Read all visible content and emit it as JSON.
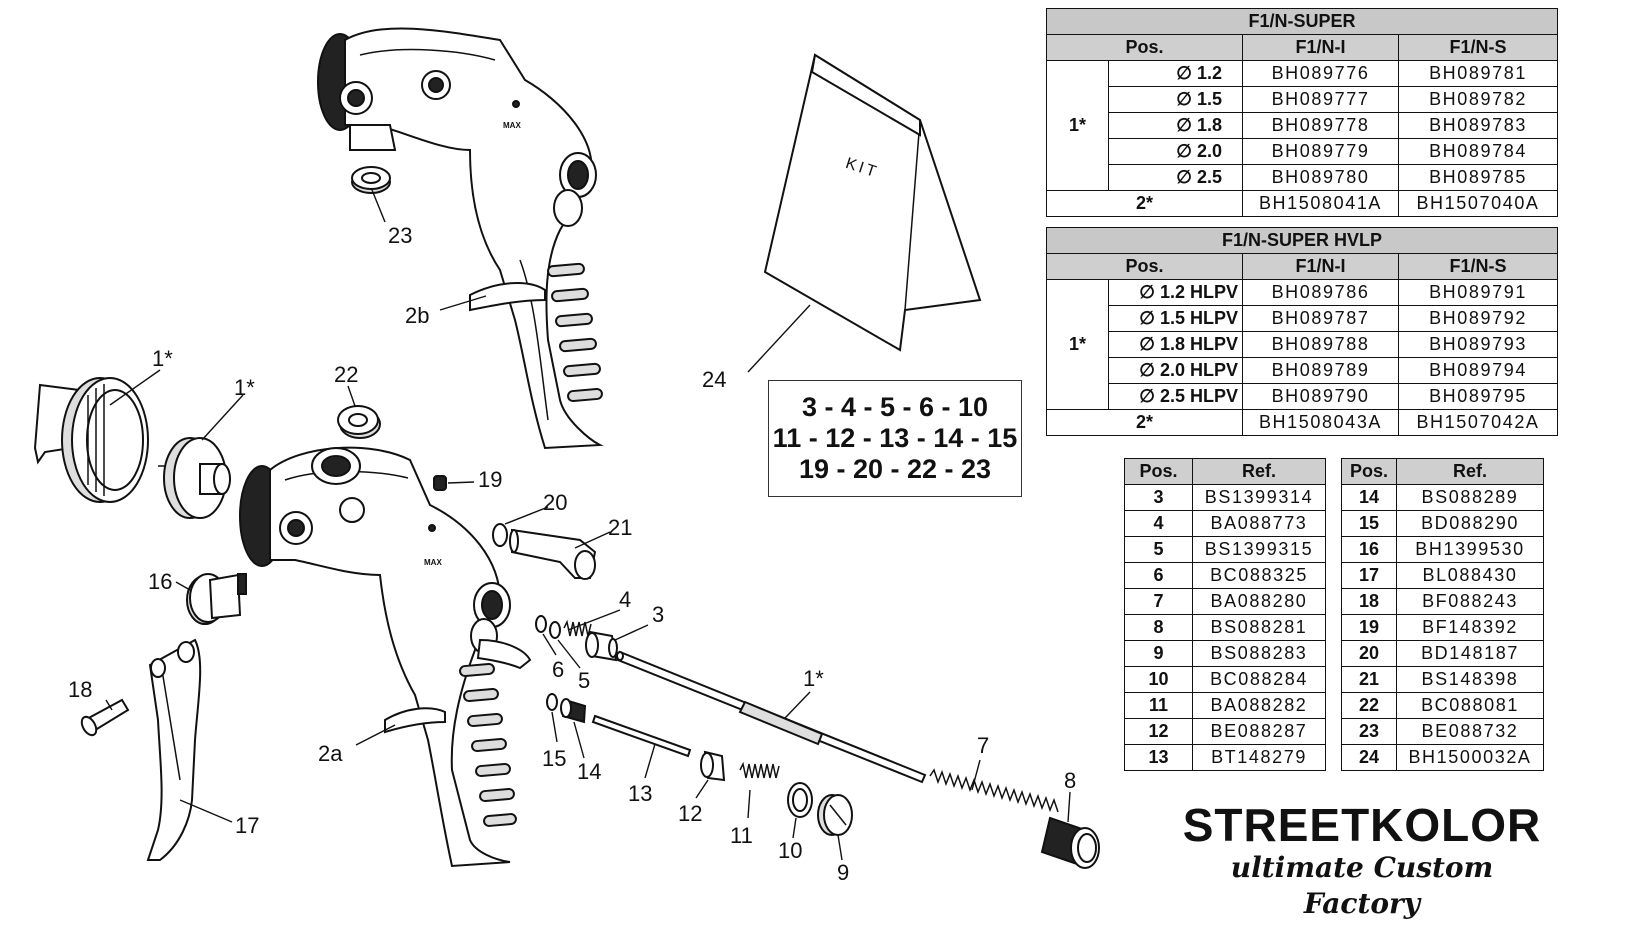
{
  "labels": {
    "p1a": "1*",
    "p1b": "1*",
    "p1c": "1*",
    "p2a": "2a",
    "p2b": "2b",
    "p3": "3",
    "p4": "4",
    "p5": "5",
    "p6": "6",
    "p7": "7",
    "p8": "8",
    "p9": "9",
    "p10": "10",
    "p11": "11",
    "p12": "12",
    "p13": "13",
    "p14": "14",
    "p15": "15",
    "p16": "16",
    "p17": "17",
    "p18": "18",
    "p19": "19",
    "p20": "20",
    "p21": "21",
    "p22": "22",
    "p23": "23",
    "p24": "24",
    "kit": "KIT",
    "max": "MAX"
  },
  "kit_box": {
    "line1": "3 - 4 - 5 - 6 - 10",
    "line2": "11 - 12 - 13 - 14 - 15",
    "line3": "19 - 20 - 22 - 23"
  },
  "super": {
    "title": "F1/N-SUPER",
    "col_pos": "Pos.",
    "col_i": "F1/N-I",
    "col_s": "F1/N-S",
    "group_pos": "1*",
    "rows": [
      {
        "size": "∅ 1.2",
        "i": "BH089776",
        "s": "BH089781"
      },
      {
        "size": "∅ 1.5",
        "i": "BH089777",
        "s": "BH089782"
      },
      {
        "size": "∅ 1.8",
        "i": "BH089778",
        "s": "BH089783"
      },
      {
        "size": "∅ 2.0",
        "i": "BH089779",
        "s": "BH089784"
      },
      {
        "size": "∅ 2.5",
        "i": "BH089780",
        "s": "BH089785"
      }
    ],
    "last": {
      "pos": "2*",
      "i": "BH1508041A",
      "s": "BH1507040A"
    }
  },
  "hvlp": {
    "title": "F1/N-SUPER HVLP",
    "col_pos": "Pos.",
    "col_i": "F1/N-I",
    "col_s": "F1/N-S",
    "group_pos": "1*",
    "rows": [
      {
        "size": "∅ 1.2 HLPV",
        "i": "BH089786",
        "s": "BH089791"
      },
      {
        "size": "∅ 1.5 HLPV",
        "i": "BH089787",
        "s": "BH089792"
      },
      {
        "size": "∅ 1.8 HLPV",
        "i": "BH089788",
        "s": "BH089793"
      },
      {
        "size": "∅ 2.0 HLPV",
        "i": "BH089789",
        "s": "BH089794"
      },
      {
        "size": "∅ 2.5 HLPV",
        "i": "BH089790",
        "s": "BH089795"
      }
    ],
    "last": {
      "pos": "2*",
      "i": "BH1508043A",
      "s": "BH1507042A"
    }
  },
  "ref_a": {
    "col_pos": "Pos.",
    "col_ref": "Ref.",
    "rows": [
      {
        "pos": "3",
        "ref": "BS1399314"
      },
      {
        "pos": "4",
        "ref": "BA088773"
      },
      {
        "pos": "5",
        "ref": "BS1399315"
      },
      {
        "pos": "6",
        "ref": "BC088325"
      },
      {
        "pos": "7",
        "ref": "BA088280"
      },
      {
        "pos": "8",
        "ref": "BS088281"
      },
      {
        "pos": "9",
        "ref": "BS088283"
      },
      {
        "pos": "10",
        "ref": "BC088284"
      },
      {
        "pos": "11",
        "ref": "BA088282"
      },
      {
        "pos": "12",
        "ref": "BE088287"
      },
      {
        "pos": "13",
        "ref": "BT148279"
      }
    ]
  },
  "ref_b": {
    "col_pos": "Pos.",
    "col_ref": "Ref.",
    "rows": [
      {
        "pos": "14",
        "ref": "BS088289"
      },
      {
        "pos": "15",
        "ref": "BD088290"
      },
      {
        "pos": "16",
        "ref": "BH1399530"
      },
      {
        "pos": "17",
        "ref": "BL088430"
      },
      {
        "pos": "18",
        "ref": "BF088243"
      },
      {
        "pos": "19",
        "ref": "BF148392"
      },
      {
        "pos": "20",
        "ref": "BD148187"
      },
      {
        "pos": "21",
        "ref": "BS148398"
      },
      {
        "pos": "22",
        "ref": "BC088081"
      },
      {
        "pos": "23",
        "ref": "BE088732"
      },
      {
        "pos": "24",
        "ref": "BH1500032A"
      }
    ]
  },
  "brand": {
    "name": "STREETKOLOR",
    "tagline": "ultimate Custom Factory"
  }
}
